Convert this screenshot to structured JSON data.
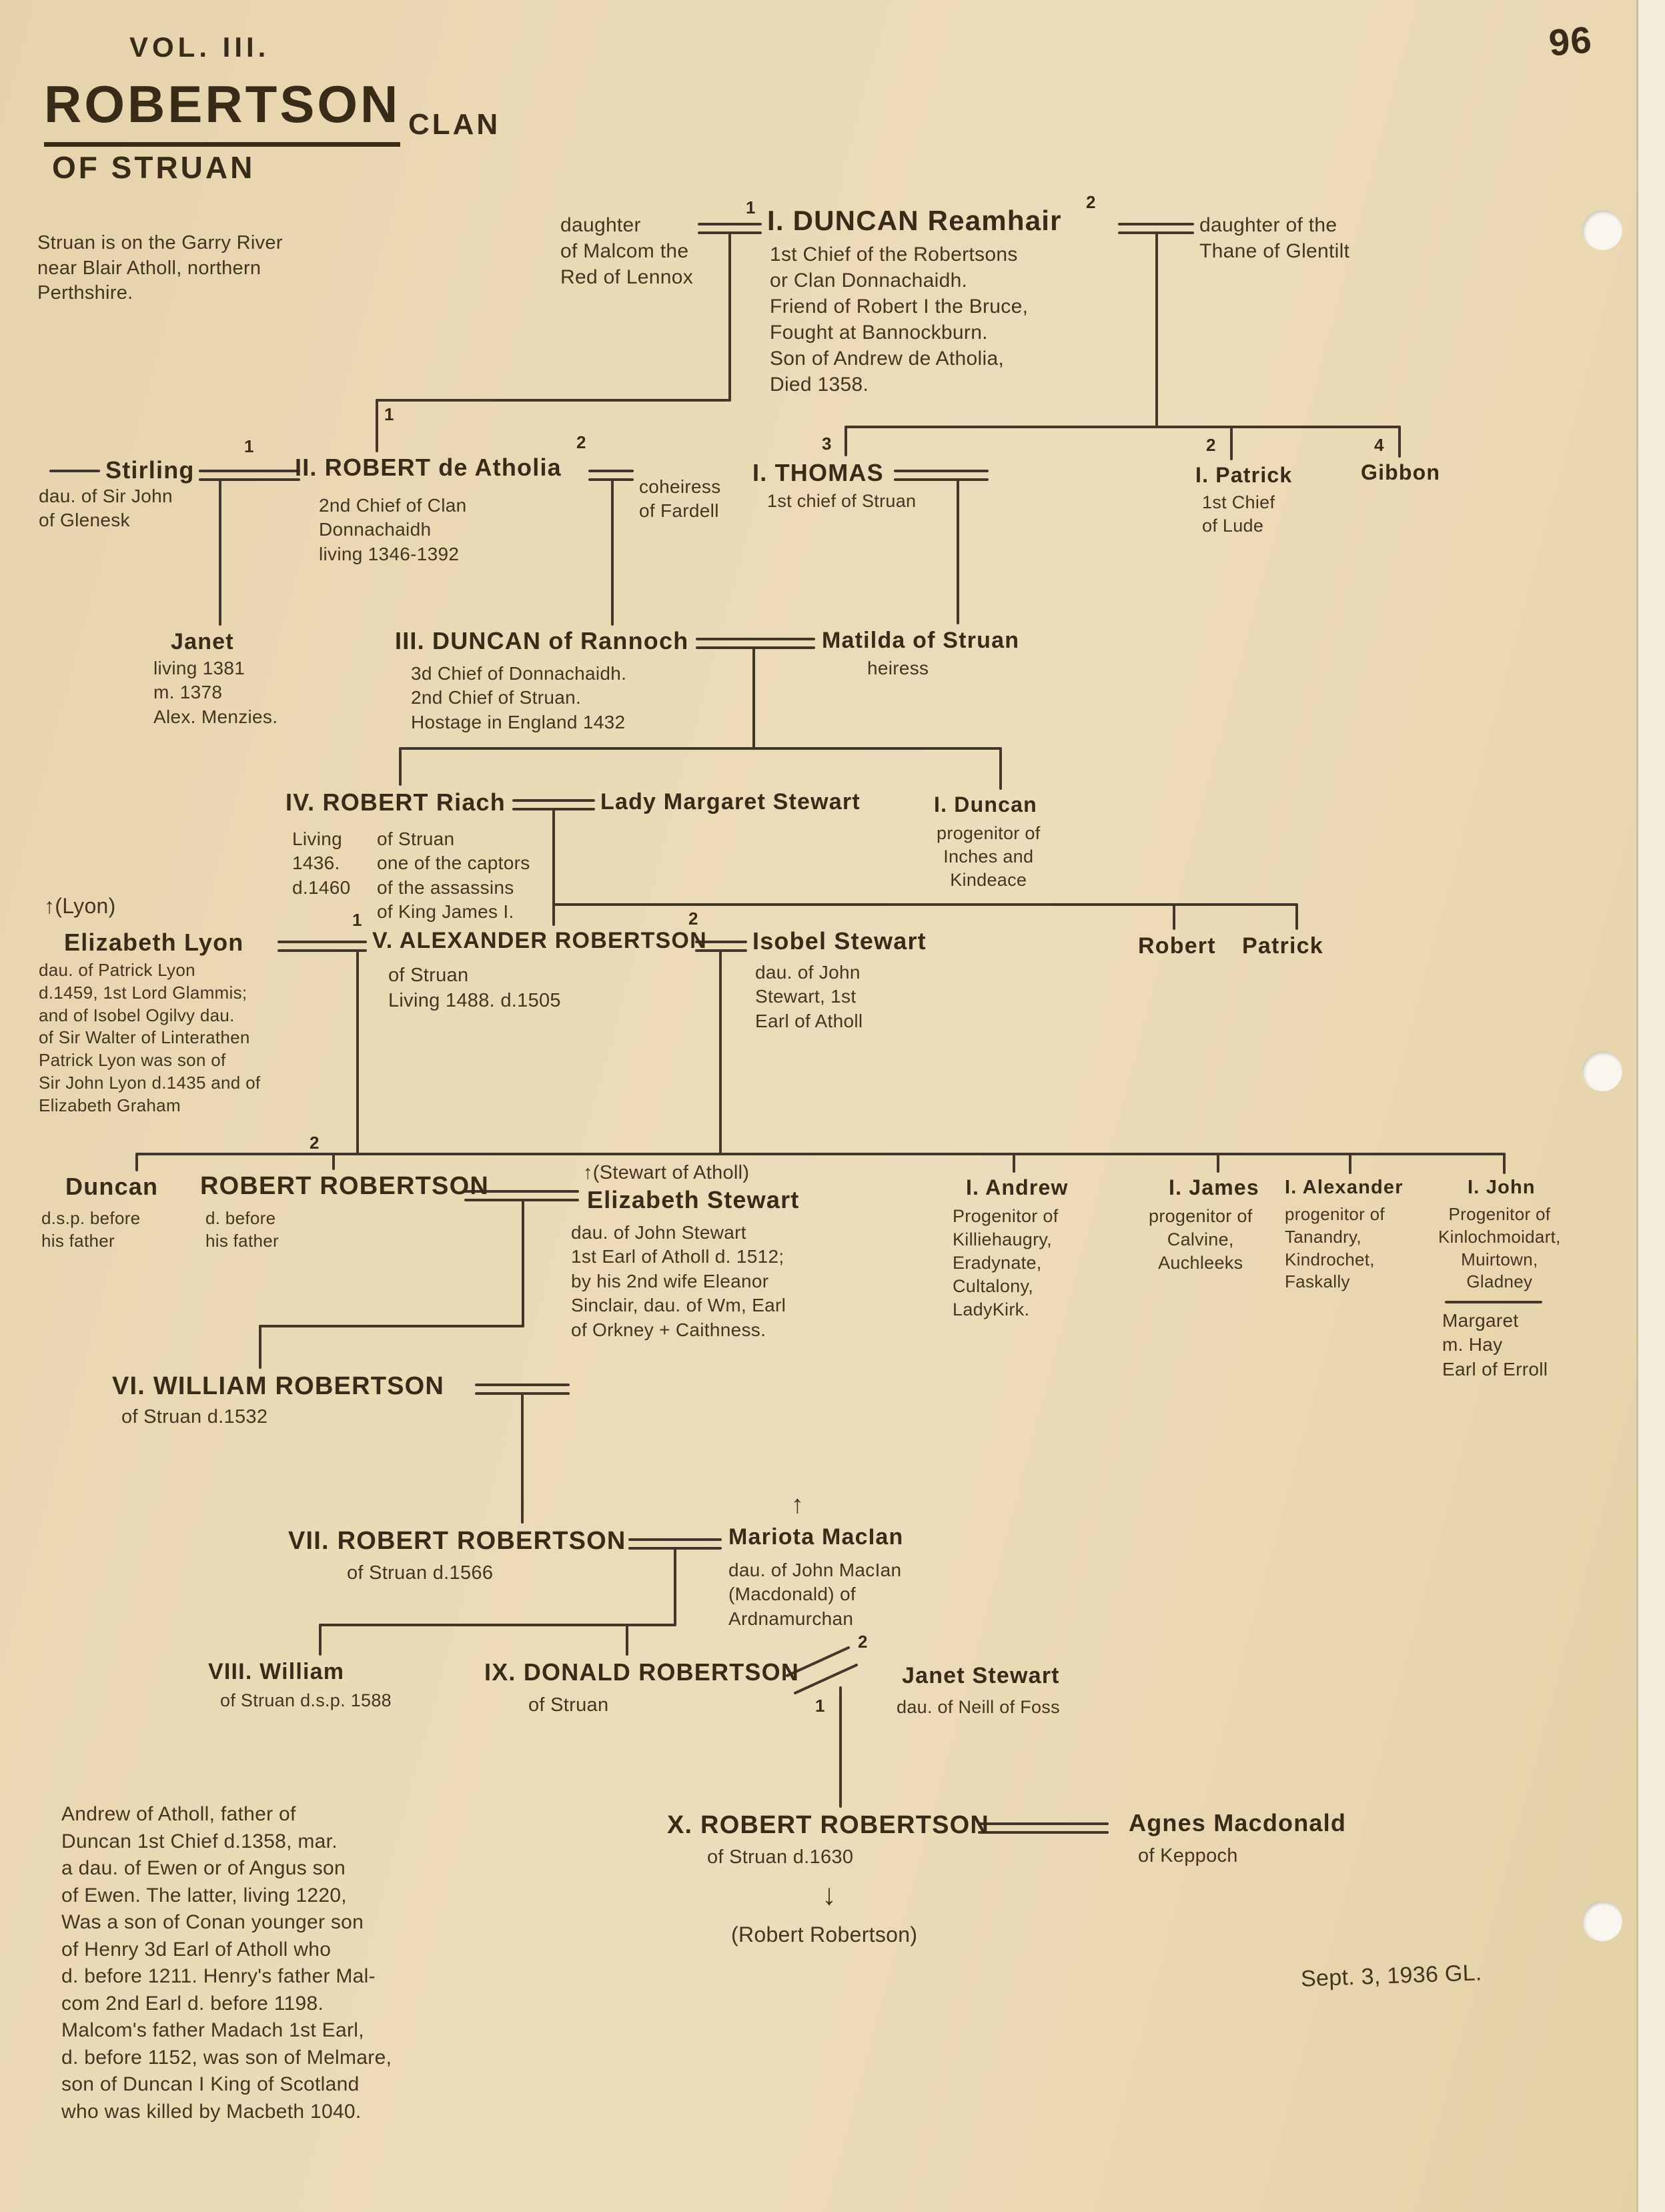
{
  "page": {
    "volume": "VOL. III.",
    "title": "ROBERTSON",
    "title_suffix": "CLAN",
    "subtitle": "OF STRUAN",
    "page_number": "96",
    "location_note": "Struan is on the Garry River\nnear Blair Atholl, northern\nPerthshire.",
    "footnote": "Andrew of Atholl, father of\nDuncan 1st Chief d.1358, mar.\na dau. of Ewen or of Angus son\nof Ewen.  The latter, living 1220,\nWas a son of Conan younger son\nof Henry 3d Earl of Atholl who\nd. before 1211.  Henry's father Mal-\ncom 2nd Earl d. before 1198.\nMalcom's father Madach 1st Earl,\nd. before 1152, was son of Melmare,\nson of Duncan I King of Scotland\nwho was killed by Macbeth 1040.",
    "date_signature": "Sept. 3, 1936 GL."
  },
  "marks": {
    "duncan_marriage1": "1",
    "duncan_marriage2": "2",
    "robert2_birth": "1",
    "thomas_birth": "3",
    "patrick_birth": "2",
    "gibbon_birth": "4",
    "robert2_marriage1": "1",
    "robert2_marriage2": "2",
    "alexander5_marriage1": "1",
    "alexander5_marriage2": "2",
    "robert6_birth": "2",
    "donald9_marriage2": "2",
    "donald9_marriage1": "1"
  },
  "nodes": {
    "wife_lennox": {
      "name": "daughter\nof Malcom the\nRed of Lennox"
    },
    "duncan1": {
      "name": "I. DUNCAN Reamhair",
      "note": "1st Chief of the Robertsons\nor Clan Donnachaidh.\nFriend of Robert I the Bruce,\nFought at Bannockburn.\nSon of Andrew de Atholia,\nDied 1358."
    },
    "wife_glentilt": {
      "name": "daughter of the\nThane of Glentilt"
    },
    "stirling": {
      "name": "Stirling",
      "note": "dau. of Sir John\nof Glenesk"
    },
    "robert2": {
      "name": "II. ROBERT de Atholia",
      "note": "2nd Chief of Clan\nDonnachaidh\nliving 1346-1392"
    },
    "wife_fardell": {
      "name": "coheiress\nof Fardell"
    },
    "janet": {
      "name": "Janet",
      "note": "living 1381\nm. 1378\nAlex. Menzies."
    },
    "thomas1": {
      "name": "I. THOMAS",
      "note": "1st chief of Struan"
    },
    "patrick1": {
      "name": "I. Patrick",
      "note": "1st Chief\nof Lude"
    },
    "gibbon": {
      "name": "Gibbon"
    },
    "duncan3": {
      "name": "III. DUNCAN of Rannoch",
      "note": "3d Chief of Donnachaidh.\n2nd Chief of Struan.\nHostage in England 1432"
    },
    "matilda": {
      "name": "Matilda of Struan",
      "note": "heiress"
    },
    "robert4": {
      "name": "IV. ROBERT Riach",
      "note_left": "Living\n1436.\nd.1460",
      "note_right": "of Struan\none of the captors\nof the assassins\nof King James I."
    },
    "margaret_stewart": {
      "name": "Lady Margaret Stewart"
    },
    "duncan_inches": {
      "name": "I. Duncan",
      "note": "progenitor of\nInches and\nKindeace"
    },
    "elizabeth_lyon": {
      "tag": "↑(Lyon)",
      "name": "Elizabeth Lyon",
      "note": "dau. of Patrick Lyon\nd.1459, 1st Lord Glammis;\nand of Isobel Ogilvy dau.\nof Sir Walter of Linterathen\nPatrick Lyon was son of\nSir John Lyon d.1435 and of\nElizabeth Graham"
    },
    "alexander5": {
      "name": "V. ALEXANDER ROBERTSON",
      "note": "of Struan\nLiving 1488. d.1505"
    },
    "isobel_stewart": {
      "name": "Isobel Stewart",
      "note": "dau. of John\nStewart, 1st\nEarl of Atholl"
    },
    "robert_son": {
      "name": "Robert"
    },
    "patrick_son": {
      "name": "Patrick"
    },
    "duncan6": {
      "name": "Duncan",
      "note": "d.s.p. before\nhis father"
    },
    "robert6": {
      "name": "ROBERT ROBERTSON",
      "note": "d. before\nhis father"
    },
    "elizabeth_stewart": {
      "tag": "↑(Stewart of Atholl)",
      "name": "Elizabeth Stewart",
      "note": "dau. of John Stewart\n1st Earl of Atholl d. 1512;\nby his 2nd wife Eleanor\nSinclair, dau. of Wm, Earl\nof Orkney + Caithness."
    },
    "andrew": {
      "name": "I. Andrew",
      "note": "Progenitor of\nKilliehaugry,\nEradynate,\nCultalony,\nLadyKirk."
    },
    "james": {
      "name": "I. James",
      "note": "progenitor of\nCalvine,\nAuchleeks"
    },
    "alexander_cadet": {
      "name": "I. Alexander",
      "note": "progenitor of\nTanandry,\nKindrochet,\nFaskally"
    },
    "john_cadet": {
      "name": "I. John",
      "note": "Progenitor of\nKinlochmoidart,\nMuirtown,\nGladney",
      "extra": "Margaret\nm. Hay\nEarl of Erroll"
    },
    "william6": {
      "name": "VI. WILLIAM ROBERTSON",
      "note": "of Struan d.1532"
    },
    "robert7": {
      "name": "VII. ROBERT ROBERTSON",
      "note": "of Struan d.1566"
    },
    "mariota": {
      "tag": "↑",
      "name": "Mariota MacIan",
      "note": "dau. of John MacIan\n(Macdonald) of\nArdnamurchan"
    },
    "william8": {
      "name": "VIII. William",
      "note": "of Struan d.s.p. 1588"
    },
    "donald9": {
      "name": "IX. DONALD ROBERTSON",
      "note": "of Struan"
    },
    "janet_stewart": {
      "name": "Janet Stewart",
      "note": "dau. of Neill of Foss"
    },
    "robert10": {
      "name": "X. ROBERT ROBERTSON",
      "note": "of Struan d.1630",
      "heir_arrow": "↓",
      "heir": "(Robert Robertson)"
    },
    "agnes": {
      "name": "Agnes Macdonald",
      "note": "of Keppoch"
    }
  }
}
